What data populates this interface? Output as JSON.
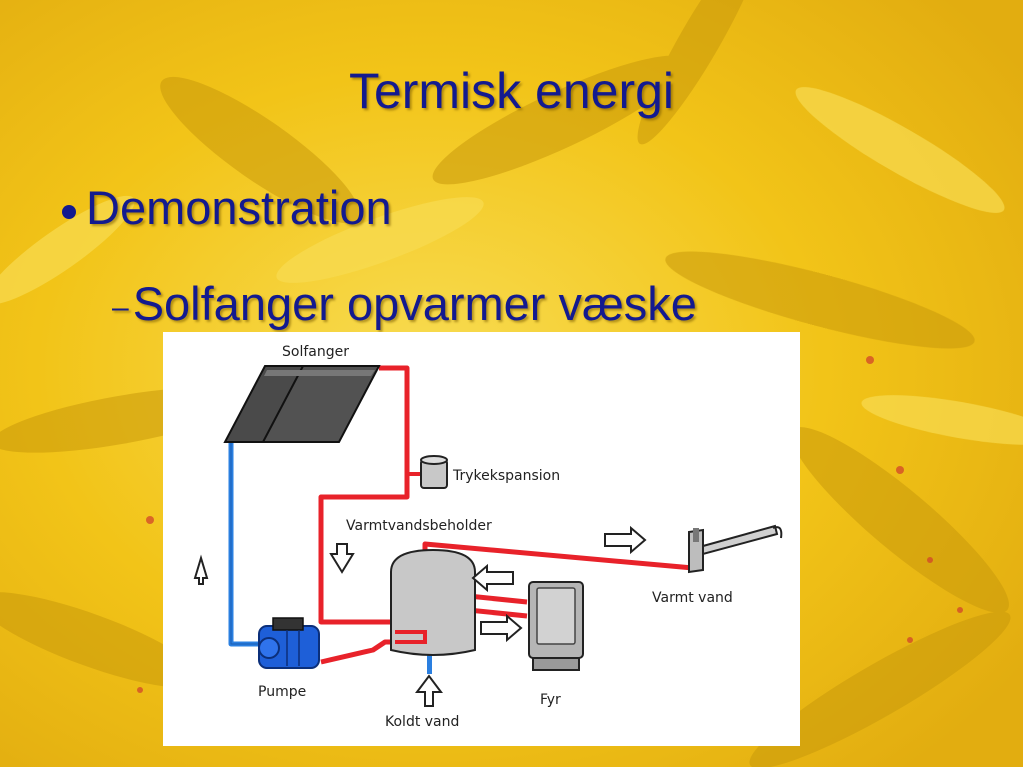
{
  "slide": {
    "title": "Termisk energi",
    "bullet_level1": "Demonstration",
    "bullet_level2": "Solfanger opvarmer væske",
    "bullet_dash": "–"
  },
  "diagram": {
    "labels": {
      "solfanger": "Solfanger",
      "trykekspansion": "Trykekspansion",
      "varmtvandsbeholder": "Varmtvandsbeholder",
      "varmt_vand": "Varmt vand",
      "pumpe": "Pumpe",
      "koldt_vand": "Koldt vand",
      "fyr": "Fyr"
    },
    "colors": {
      "hot_pipe": "#e8222a",
      "cold_pipe": "#2a7fe0",
      "panel": "#4a4a4a",
      "tank": "#c8c8c8",
      "pump": "#1e5fd8"
    }
  },
  "background": {
    "colors": {
      "base": "#f2c418",
      "petal_light": "#f8dc52",
      "petal_dark": "#c99a0c",
      "accent_red": "#d2452a"
    }
  }
}
